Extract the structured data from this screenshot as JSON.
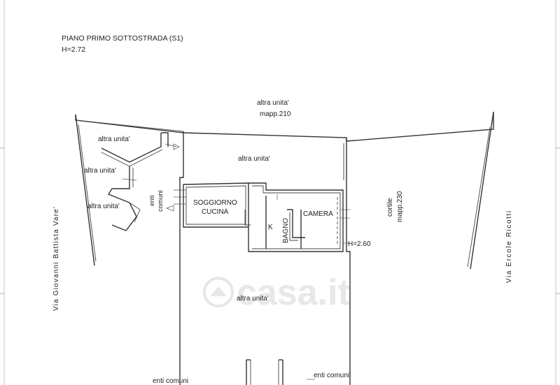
{
  "title": {
    "floor": "PIANO PRIMO SOTTOSTRADA (S1)",
    "height": "H=2.72"
  },
  "labels": {
    "altra_unita_top": "altra unita'",
    "mapp_210": "mapp.210",
    "altra_unita_center": "altra unita'",
    "altra_unita_left_1": "altra unita'",
    "altra_unita_left_2": "altra unita'",
    "altra_unita_left_3": "altra unita'",
    "altra_unita_bottom": "altra unita'",
    "enti_comuni_side_1": "enti",
    "enti_comuni_side_2": "comuni",
    "soggiorno": "SOGGIORNO",
    "cucina": "CUCINA",
    "k": "K",
    "bagno": "BAGNO",
    "camera": "CAMERA",
    "h_260": "H=2.60",
    "cortile": "cortile",
    "mapp_230": "mapp.230",
    "enti_comuni_bottom_left": "enti comuni",
    "enti_comuni_bottom_right": "enti comuni"
  },
  "streets": {
    "left": "Via Giovanni Battista Vare'",
    "right": "Via Ercole Ricotti"
  },
  "watermark": {
    "text": "casa.it"
  }
}
